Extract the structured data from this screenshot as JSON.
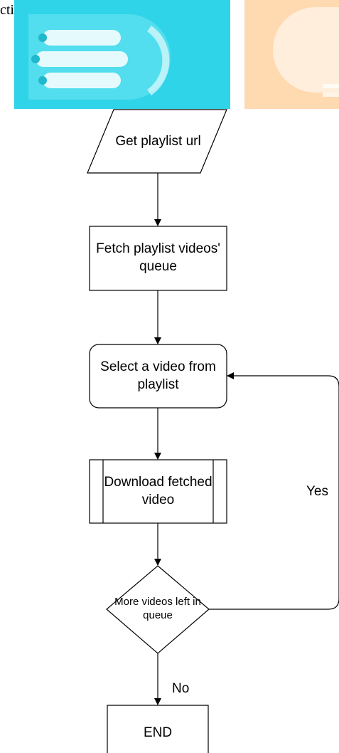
{
  "header": {
    "text_fragment": "ction."
  },
  "flowchart": {
    "nodes": [
      {
        "id": "get-playlist-url",
        "shape": "parallelogram",
        "label": "Get playlist url"
      },
      {
        "id": "fetch-queue",
        "shape": "rectangle",
        "label": "Fetch playlist videos' queue"
      },
      {
        "id": "select-video",
        "shape": "rounded-rectangle",
        "label": "Select a video from playlist"
      },
      {
        "id": "download-video",
        "shape": "subroutine",
        "label": "Download fetched video"
      },
      {
        "id": "more-videos",
        "shape": "diamond",
        "label": "More videos left in queue"
      },
      {
        "id": "end",
        "shape": "rectangle",
        "label": "END"
      }
    ],
    "edges": [
      {
        "from": "get-playlist-url",
        "to": "fetch-queue",
        "label": ""
      },
      {
        "from": "fetch-queue",
        "to": "select-video",
        "label": ""
      },
      {
        "from": "select-video",
        "to": "download-video",
        "label": ""
      },
      {
        "from": "download-video",
        "to": "more-videos",
        "label": ""
      },
      {
        "from": "more-videos",
        "to": "select-video",
        "label": "Yes"
      },
      {
        "from": "more-videos",
        "to": "end",
        "label": "No"
      }
    ]
  },
  "colors": {
    "banner_left": "#2fd4e8",
    "banner_right": "#ffd9b0",
    "stroke": "#000000"
  }
}
